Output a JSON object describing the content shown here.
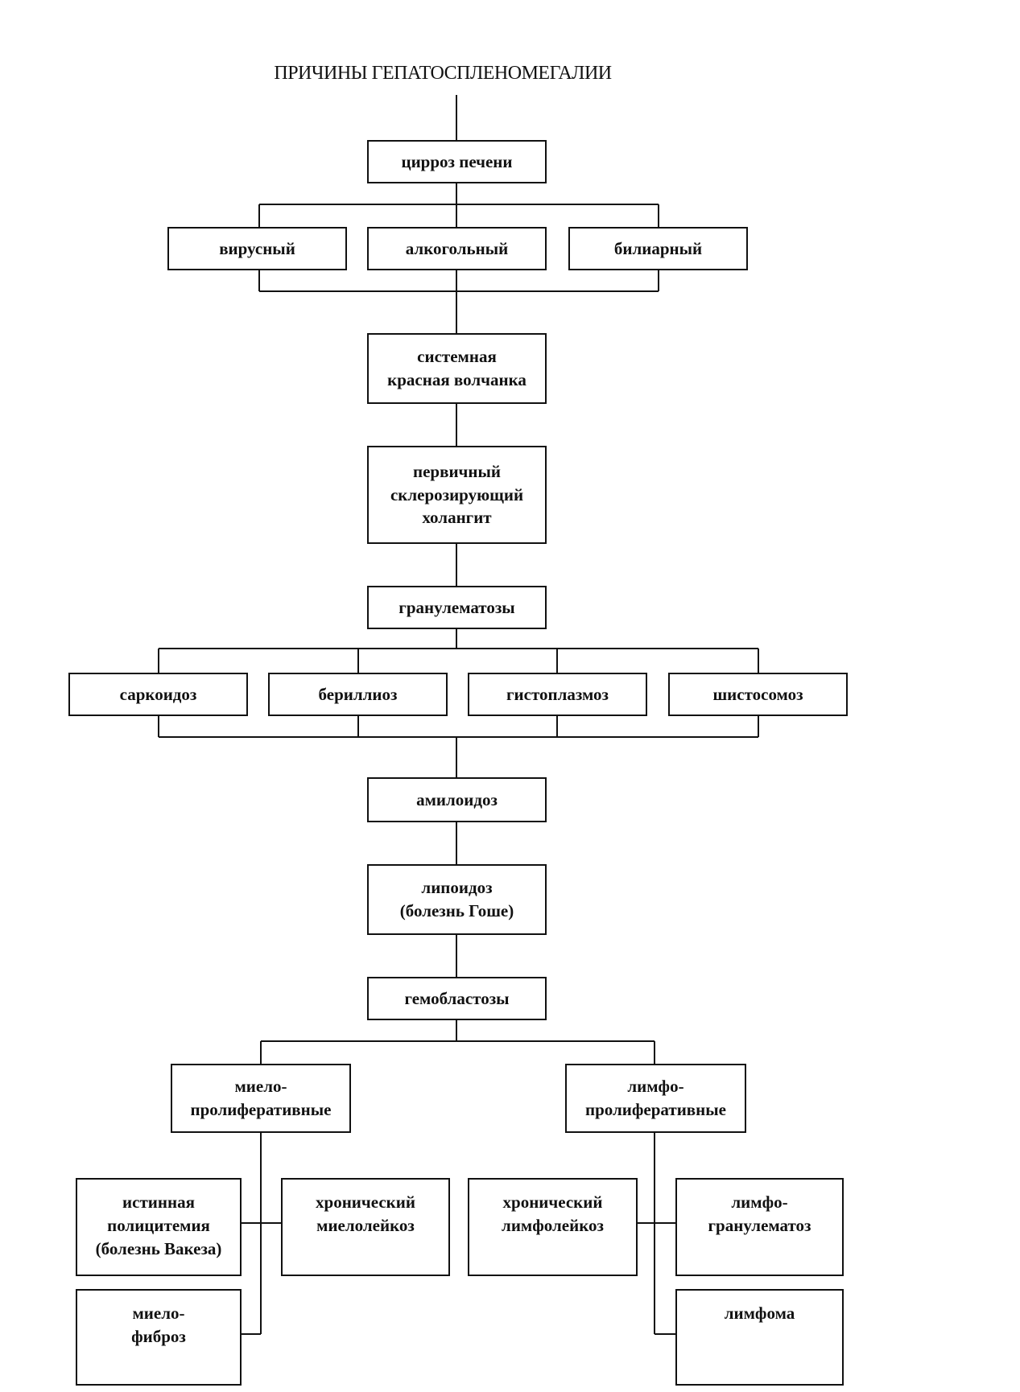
{
  "title": "ПРИЧИНЫ ГЕПАТОСПЛЕНОМЕГАЛИИ",
  "nodes": {
    "cirrhosis": [
      "цирроз печени"
    ],
    "viral": [
      "вирусный"
    ],
    "alcoholic": [
      "алкогольный"
    ],
    "biliary": [
      "билиарный"
    ],
    "lupus": [
      "системная",
      "красная волчанка"
    ],
    "cholangitis": [
      "первичный",
      "склерозирующий",
      "холангит"
    ],
    "granulomatoses": [
      "гранулематозы"
    ],
    "sarcoidosis": [
      "саркоидоз"
    ],
    "berylliosis": [
      "бериллиоз"
    ],
    "histoplasmosis": [
      "гистоплазмоз"
    ],
    "schistosomiasis": [
      "шистосомоз"
    ],
    "amyloidosis": [
      "амилоидоз"
    ],
    "lipoidosis": [
      "липоидоз",
      "(болезнь Гоше)"
    ],
    "hemoblastoses": [
      "гемобластозы"
    ],
    "myeloproliferative": [
      "миело-",
      "пролиферативные"
    ],
    "lymphoproliferative": [
      "лимфо-",
      "пролиферативные"
    ],
    "polycythemia": [
      "истинная",
      "полицитемия",
      "(болезнь Вакеза)"
    ],
    "cml": [
      "хронический",
      "миелолейкоз"
    ],
    "myelofibrosis": [
      "миело-",
      "фиброз"
    ],
    "cll": [
      "хронический",
      "лимфолейкоз"
    ],
    "lymphogranulomatosis": [
      "лимфо-",
      "гранулематоз"
    ],
    "lymphoma": [
      "лимфома"
    ]
  }
}
